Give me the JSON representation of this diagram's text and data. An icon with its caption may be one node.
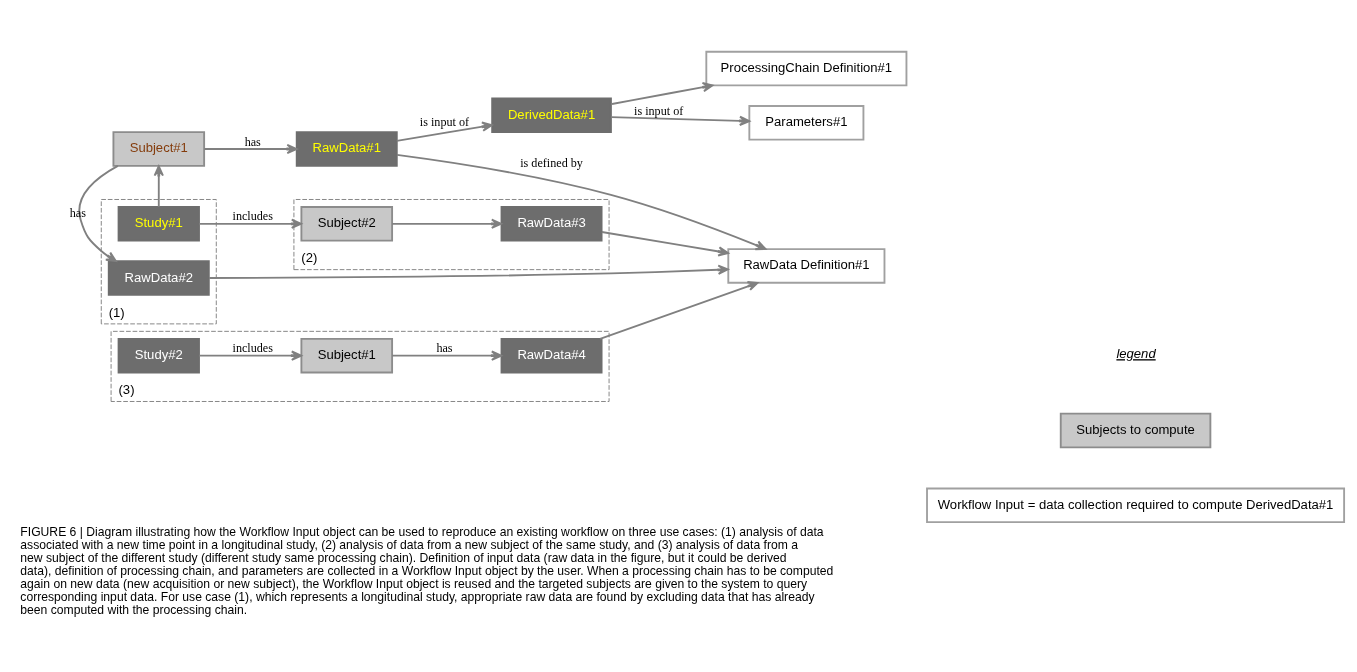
{
  "diagram": {
    "caption": "FIGURE 6 | Diagram illustrating how the Workflow Input object can be used to reproduce an existing workflow on three use cases: (1) analysis of data associated with a new time point in a longitudinal study, (2) analysis of data from a new subject of the same study, and (3) analysis of data from a new subject of the different study (different study same processing chain). Definition of input data (raw data in the figure, but it could be derived data), definition of processing chain, and parameters are collected in a Workflow Input object by the user. When a processing chain has to be computed again on new data (new acquisition or new subject), the Workflow Input object is reused and the targeted subjects are given to the system to query corresponding input data. For use case (1), which represents a longitudinal study, appropriate raw data are found by excluding data that has already been computed with the processing chain.",
    "nodes": [
      {
        "text": [
          "Subject#1"
        ]
      },
      {
        "text": [
          "RawData#1"
        ]
      },
      {
        "text": [
          "DerivedData#1"
        ]
      },
      {
        "text": [
          "ProcessingChain Definition#1"
        ]
      },
      {
        "text": [
          "(1)"
        ]
      },
      {
        "text": [
          "Study#1"
        ],
        "in": 4
      },
      {
        "text": [
          "RawData#2"
        ],
        "in": 4
      },
      {
        "text": [
          "RawData Definition#1"
        ]
      },
      {
        "text": [
          "Parameters#1"
        ]
      },
      {
        "text": [
          "(2)"
        ]
      },
      {
        "text": [
          "Subject#2"
        ],
        "in": 9
      },
      {
        "text": [
          "RawData#3"
        ],
        "in": 9
      },
      {
        "text": [
          "(3)"
        ]
      },
      {
        "text": [
          "Study#2"
        ],
        "in": 12
      },
      {
        "text": [
          "Subject#1"
        ],
        "in": 12
      },
      {
        "text": [
          "RawData#4"
        ],
        "in": 12
      }
    ],
    "edges": [
      {
        "from": 5,
        "to": 0,
        "arrow": "to"
      },
      {
        "from": 5,
        "to": 10,
        "arrow": "to",
        "label": "includes"
      },
      {
        "from": 0,
        "to": 1,
        "arrow": "to",
        "label": "has"
      },
      {
        "from": 0,
        "to": 6,
        "arrow": "to",
        "label": "has"
      },
      {
        "from": 10,
        "to": 11,
        "arrow": "to"
      },
      {
        "from": 13,
        "to": 14,
        "arrow": "to",
        "label": "includes"
      },
      {
        "from": 14,
        "to": 15,
        "arrow": "to",
        "label": "has"
      },
      {
        "from": 1,
        "to": 2,
        "arrow": "to",
        "label": "is input of"
      },
      {
        "from": 1,
        "to": 7,
        "arrow": "to",
        "label": "is defined by"
      },
      {
        "from": 6,
        "to": 7,
        "arrow": "to"
      },
      {
        "from": 11,
        "to": 7,
        "arrow": "to"
      },
      {
        "from": 15,
        "to": 7,
        "arrow": "to"
      },
      {
        "from": 2,
        "to": 3,
        "arrow": "to"
      },
      {
        "from": 2,
        "to": 8,
        "arrow": "to",
        "label": "is input of"
      }
    ],
    "labels": [
      "legend"
    ],
    "legend": [
      {
        "text": "Subjects to compute",
        "color": "#c8c8c8"
      },
      {
        "text": "Workflow Input = data collection required to compute DerivedData#1"
      }
    ]
  }
}
